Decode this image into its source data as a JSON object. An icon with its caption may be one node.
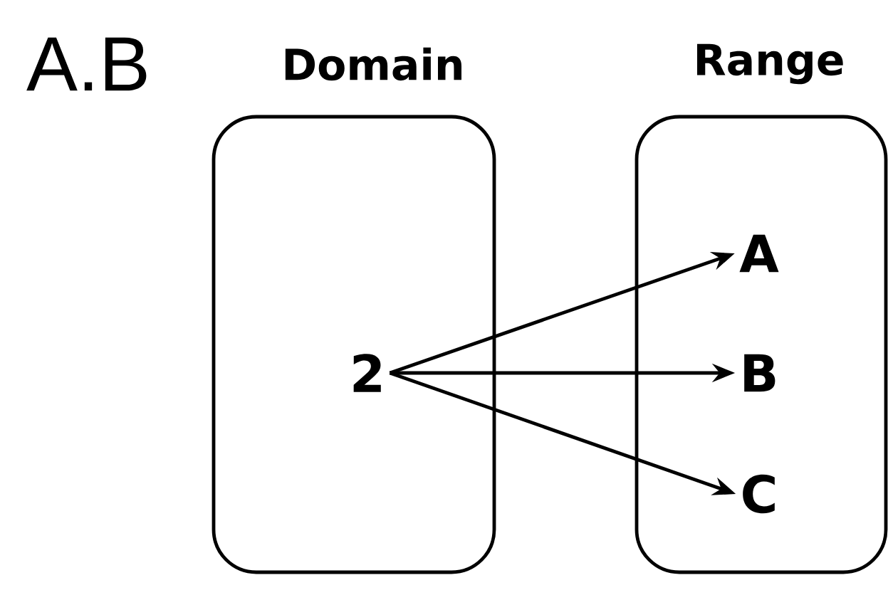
{
  "diagram": {
    "nodes": [
      {
        "text": [
          "Domain"
        ]
      },
      {
        "text": [
          "2"
        ],
        "in": 0
      },
      {
        "text": [
          "Range"
        ]
      },
      {
        "text": [
          "A"
        ],
        "in": 2
      },
      {
        "text": [
          "B"
        ],
        "in": 2
      },
      {
        "text": [
          "C"
        ],
        "in": 2
      }
    ],
    "edges": [
      {
        "from": 1,
        "to": 3,
        "arrow": "to"
      },
      {
        "from": 1,
        "to": 4,
        "arrow": "to"
      },
      {
        "from": 1,
        "to": 5,
        "arrow": "to"
      }
    ],
    "labels": [
      "A.B"
    ]
  }
}
